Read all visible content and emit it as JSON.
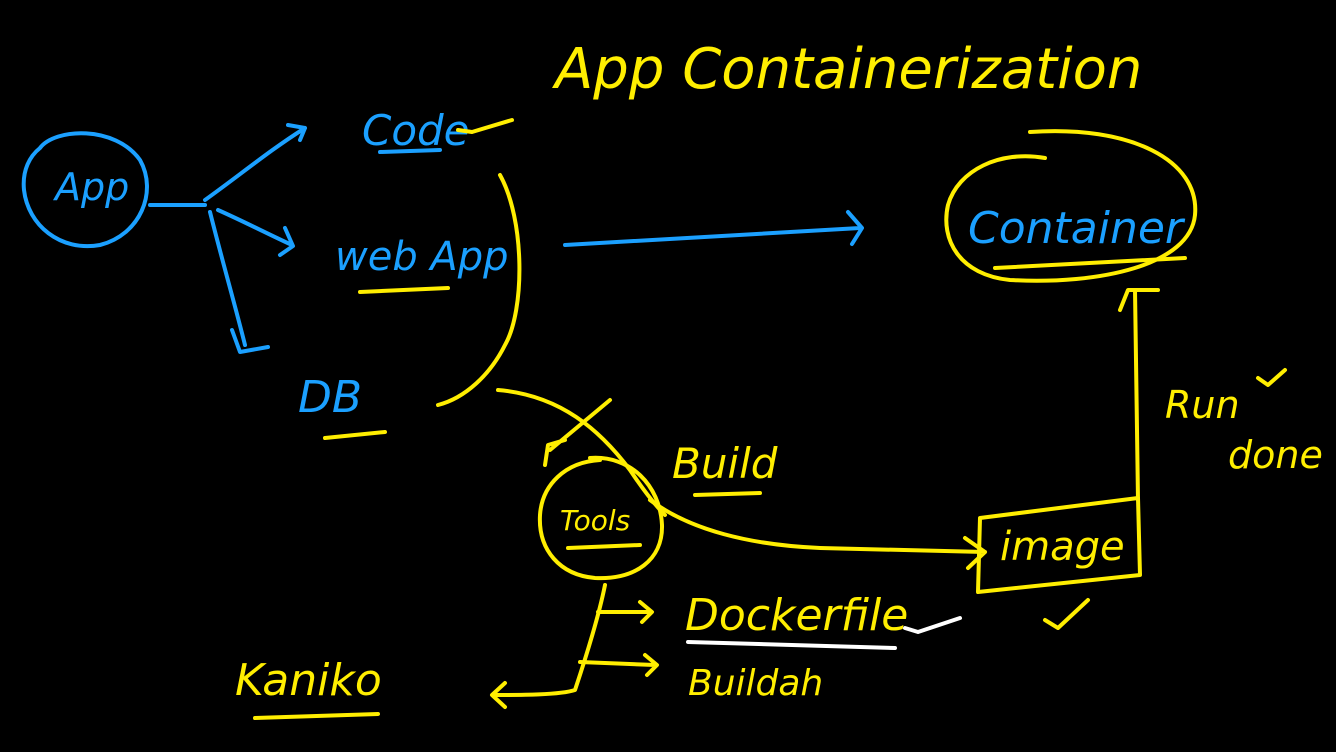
{
  "title": "App Containerization",
  "nodes": {
    "app": "App",
    "code": "Code",
    "webapp": "web App",
    "db": "DB",
    "container": "Container",
    "tools": "Tools",
    "build": "Build",
    "image": "image",
    "run": "Run",
    "done": "done",
    "dockerfile": "Dockerfile",
    "buildah": "Buildah",
    "kaniko": "Kaniko"
  },
  "colors": {
    "background": "#000000",
    "yellow": "#ffee00",
    "blue": "#1ba0ff",
    "white": "#ffffff"
  }
}
